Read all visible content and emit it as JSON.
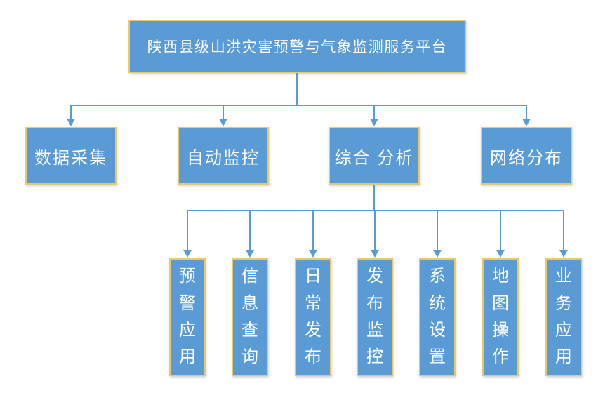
{
  "diagram": {
    "root": {
      "label": "陕西县级山洪灾害预警与气象监测服务平台"
    },
    "level2": [
      {
        "label": "数据采集"
      },
      {
        "label": "自动监控"
      },
      {
        "label": "综合 分析"
      },
      {
        "label": "网络分布"
      }
    ],
    "level3": [
      {
        "label": "预警应用"
      },
      {
        "label": "信息查询"
      },
      {
        "label": "日常发布"
      },
      {
        "label": "发布监控"
      },
      {
        "label": "系统设置"
      },
      {
        "label": "地图操作"
      },
      {
        "label": "业务应用"
      }
    ],
    "colors": {
      "node_fill": "#5B9BD5",
      "node_border": "#E9C76B",
      "connector": "#5B9BD5",
      "label_text": "#FFFFFF",
      "background": "#FFFFFF"
    }
  }
}
